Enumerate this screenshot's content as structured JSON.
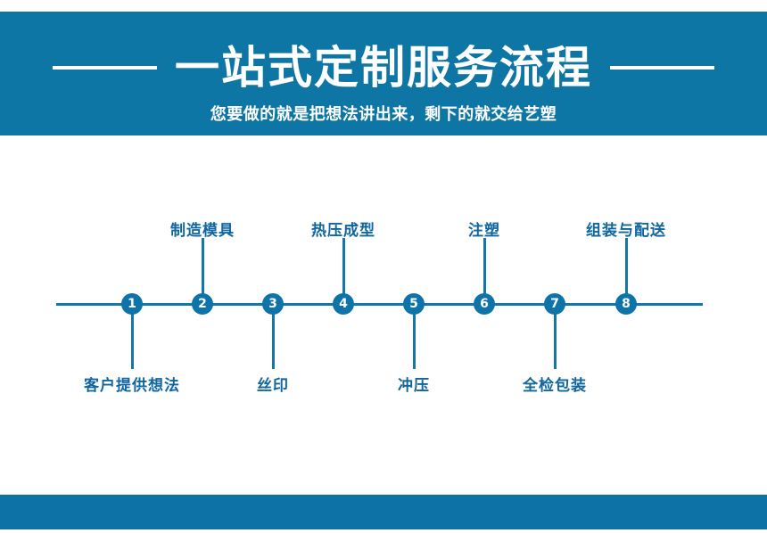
{
  "header": {
    "title": "一站式定制服务流程",
    "subtitle": "您要做的就是把想法讲出来，剩下的就交给艺塑"
  },
  "timeline": {
    "steps": [
      {
        "number": "1",
        "label": "客户提供想法",
        "position": "below"
      },
      {
        "number": "2",
        "label": "制造模具",
        "position": "above"
      },
      {
        "number": "3",
        "label": "丝印",
        "position": "below"
      },
      {
        "number": "4",
        "label": "热压成型",
        "position": "above"
      },
      {
        "number": "5",
        "label": "冲压",
        "position": "below"
      },
      {
        "number": "6",
        "label": "注塑",
        "position": "above"
      },
      {
        "number": "7",
        "label": "全检包装",
        "position": "below"
      },
      {
        "number": "8",
        "label": "组装与配送",
        "position": "above"
      }
    ]
  },
  "colors": {
    "band_bg": "#0E76A4",
    "footer_bg": "#0D73A6",
    "line_color": "#1377A9",
    "circle_color": "#0E73A8",
    "label_color": "#0F66A0",
    "title_color": "#FFFFFF"
  }
}
